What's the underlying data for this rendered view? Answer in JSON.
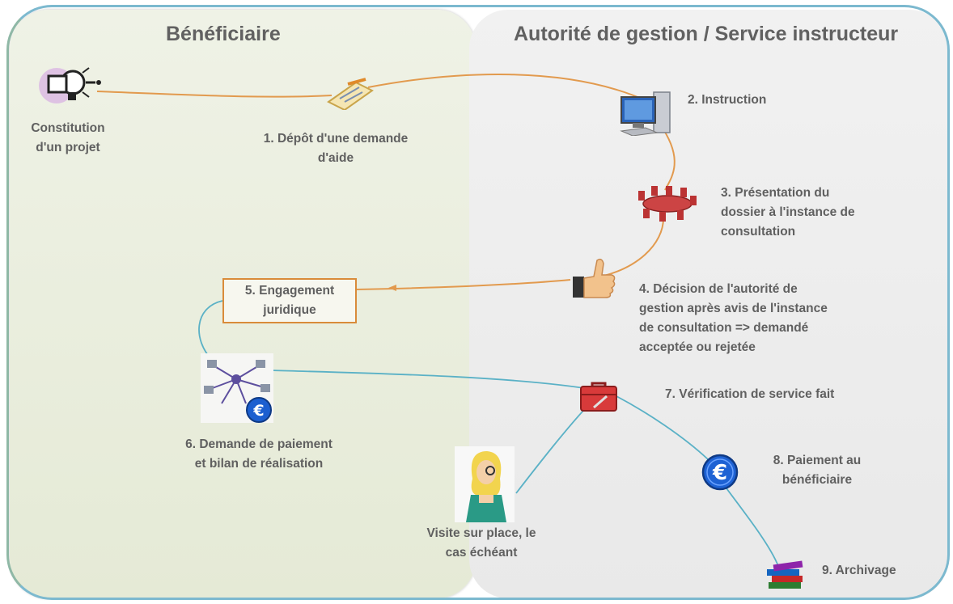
{
  "colors": {
    "left_lane": "#e8edda",
    "right_lane": "#efefef",
    "border": "#7cb9cf",
    "orange_flow": "#e29a4e",
    "blue_flow": "#5ab1c6",
    "label_text": "#606060"
  },
  "lanes": {
    "left_title": "Bénéficiaire",
    "right_title": "Autorité de gestion / Service instructeur"
  },
  "steps": {
    "constitution": [
      "Constitution",
      "d'un projet"
    ],
    "s1": [
      "1. Dépôt d'une demande",
      "d'aide"
    ],
    "s2": [
      "2. Instruction"
    ],
    "s3": [
      "3. Présentation du",
      "dossier à l'instance de",
      "consultation"
    ],
    "s4": [
      "4. Décision de l'autorité de",
      "gestion après avis de l'instance",
      "de consultation => demandé",
      "acceptée ou rejetée"
    ],
    "s5": [
      "5. Engagement",
      "juridique"
    ],
    "s6": [
      "6. Demande de paiement",
      "et bilan de réalisation"
    ],
    "visit": [
      "Visite sur place, le",
      "cas échéant"
    ],
    "s7": [
      "7. Vérification de service fait"
    ],
    "s8": [
      "8. Paiement au",
      "bénéficiaire"
    ],
    "s9": [
      "9. Archivage"
    ]
  },
  "icons": {
    "constitution": "lightbulb-idea-icon",
    "s1": "clipboard-pencil-icon",
    "s2": "computer-icon",
    "s3": "meeting-table-icon",
    "s4": "thumbs-up-icon",
    "s6": "network-euro-icon",
    "visit": "inspector-woman-icon",
    "s7": "toolbox-icon",
    "s8": "euro-coin-icon",
    "s9": "books-stack-icon"
  }
}
